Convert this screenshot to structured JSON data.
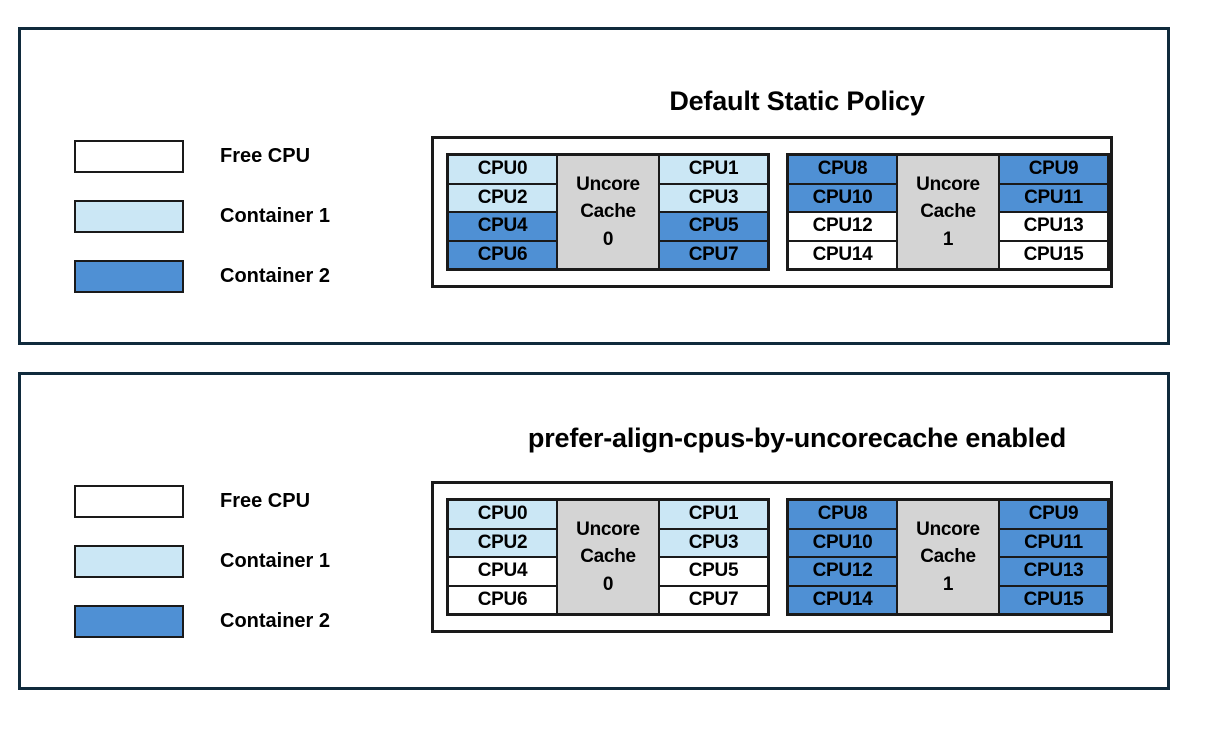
{
  "legend": {
    "items": [
      {
        "label": "Free CPU",
        "swatch": "free",
        "color": "#FFFFFF"
      },
      {
        "label": "Container 1",
        "swatch": "container-1",
        "color": "#CBE7F5"
      },
      {
        "label": "Container 2",
        "swatch": "container-2",
        "color": "#4F90D4"
      }
    ]
  },
  "panels": [
    {
      "id": "default-static-policy",
      "title": "Default Static Policy",
      "sockets": [
        {
          "uncore": {
            "line1": "Uncore",
            "line2": "Cache",
            "line3": "0"
          },
          "left_column": [
            {
              "label": "CPU0",
              "state": "container-1"
            },
            {
              "label": "CPU2",
              "state": "container-1"
            },
            {
              "label": "CPU4",
              "state": "container-2"
            },
            {
              "label": "CPU6",
              "state": "container-2"
            }
          ],
          "right_column": [
            {
              "label": "CPU1",
              "state": "container-1"
            },
            {
              "label": "CPU3",
              "state": "container-1"
            },
            {
              "label": "CPU5",
              "state": "container-2"
            },
            {
              "label": "CPU7",
              "state": "container-2"
            }
          ]
        },
        {
          "uncore": {
            "line1": "Uncore",
            "line2": "Cache",
            "line3": "1"
          },
          "left_column": [
            {
              "label": "CPU8",
              "state": "container-2"
            },
            {
              "label": "CPU10",
              "state": "container-2"
            },
            {
              "label": "CPU12",
              "state": "free"
            },
            {
              "label": "CPU14",
              "state": "free"
            }
          ],
          "right_column": [
            {
              "label": "CPU9",
              "state": "container-2"
            },
            {
              "label": "CPU11",
              "state": "container-2"
            },
            {
              "label": "CPU13",
              "state": "free"
            },
            {
              "label": "CPU15",
              "state": "free"
            }
          ]
        }
      ]
    },
    {
      "id": "prefer-align-cpus-by-uncorecache-enabled",
      "title": "prefer-align-cpus-by-uncorecache enabled",
      "sockets": [
        {
          "uncore": {
            "line1": "Uncore",
            "line2": "Cache",
            "line3": "0"
          },
          "left_column": [
            {
              "label": "CPU0",
              "state": "container-1"
            },
            {
              "label": "CPU2",
              "state": "container-1"
            },
            {
              "label": "CPU4",
              "state": "free"
            },
            {
              "label": "CPU6",
              "state": "free"
            }
          ],
          "right_column": [
            {
              "label": "CPU1",
              "state": "container-1"
            },
            {
              "label": "CPU3",
              "state": "container-1"
            },
            {
              "label": "CPU5",
              "state": "free"
            },
            {
              "label": "CPU7",
              "state": "free"
            }
          ]
        },
        {
          "uncore": {
            "line1": "Uncore",
            "line2": "Cache",
            "line3": "1"
          },
          "left_column": [
            {
              "label": "CPU8",
              "state": "container-2"
            },
            {
              "label": "CPU10",
              "state": "container-2"
            },
            {
              "label": "CPU12",
              "state": "container-2"
            },
            {
              "label": "CPU14",
              "state": "container-2"
            }
          ],
          "right_column": [
            {
              "label": "CPU9",
              "state": "container-2"
            },
            {
              "label": "CPU11",
              "state": "container-2"
            },
            {
              "label": "CPU13",
              "state": "container-2"
            },
            {
              "label": "CPU15",
              "state": "container-2"
            }
          ]
        }
      ]
    }
  ]
}
